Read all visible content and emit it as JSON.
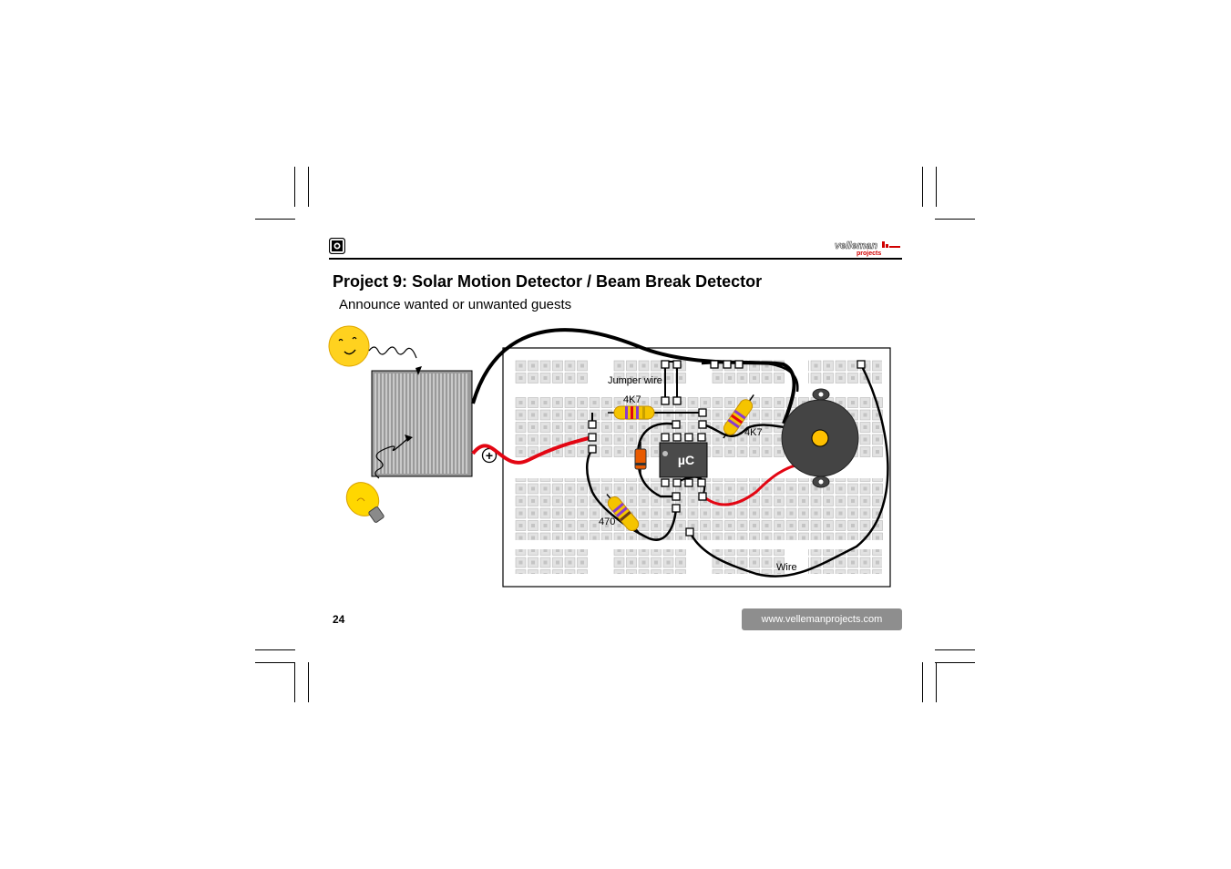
{
  "header": {
    "logo_label": "velleman projects"
  },
  "page": {
    "title": "Project 9: Solar Motion Detector / Beam Break Detector",
    "subtitle": "Announce wanted or unwanted guests",
    "page_number": "24",
    "website": "www.vellemanprojects.com"
  },
  "diagram": {
    "labels": {
      "jumper_wire": "Jumper wire",
      "resistor_top": "4K7",
      "resistor_right": "4K7",
      "resistor_bottom": "470",
      "ic": "µC",
      "wire": "Wire",
      "plus": "+"
    },
    "colors": {
      "wire_black": "#000000",
      "wire_red": "#e30613",
      "sun": "#ffd21f",
      "bulb": "#ffd700",
      "resistor_body": "#f5c400",
      "buzzer": "#444444",
      "buzzer_center": "#ffc000",
      "capacitor": "#e85a00"
    }
  }
}
